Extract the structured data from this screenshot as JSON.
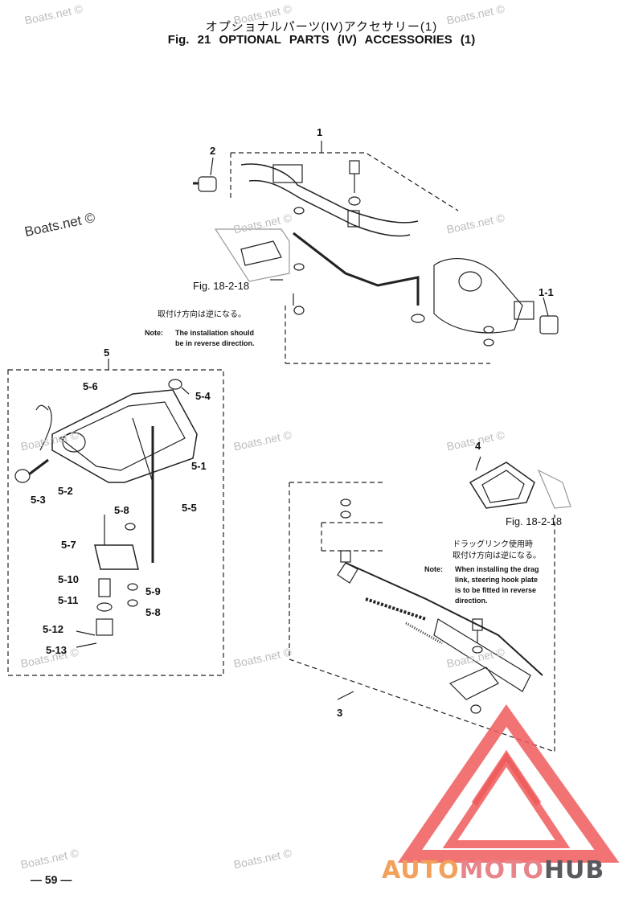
{
  "header": {
    "title_jp": "オプショナルパーツ(IV)アクセサリー(1)",
    "title_en": "Fig. 21    OPTIONAL PARTS (IV) ACCESSORIES (1)"
  },
  "watermark": "Boats.net ©",
  "callouts": {
    "c1": "1",
    "c1_1": "1-1",
    "c2": "2",
    "c3": "3",
    "c4": "4",
    "c5": "5",
    "c5_1": "5-1",
    "c5_2": "5-2",
    "c5_3": "5-3",
    "c5_4": "5-4",
    "c5_5": "5-5",
    "c5_6": "5-6",
    "c5_7": "5-7",
    "c5_8a": "5-8",
    "c5_8b": "5-8",
    "c5_9": "5-9",
    "c5_10": "5-10",
    "c5_11": "5-11",
    "c5_12": "5-12",
    "c5_13": "5-13"
  },
  "refs": {
    "top": "Fig. 18-2-18",
    "right": "Fig. 18-2-18"
  },
  "notes": {
    "top_jp": "取付け方向は逆になる。",
    "top_prefix": "Note:",
    "top_line1": "The installation should",
    "top_line2": "be in reverse direction.",
    "right_jp1": "ドラッグリンク使用時",
    "right_jp2": "取付け方向は逆になる。",
    "right_prefix": "Note:",
    "right_line1": "When installing the drag",
    "right_line2": "link, steering hook plate",
    "right_line3": "is to be fitted in reverse",
    "right_line4": "direction."
  },
  "page_number": "— 59 —",
  "brand": {
    "part1": "AUTO",
    "part2": "MOTO",
    "part3": "HUB",
    "color1": "#f3a05a",
    "color2": "#e8838a",
    "color3": "#59595f"
  }
}
